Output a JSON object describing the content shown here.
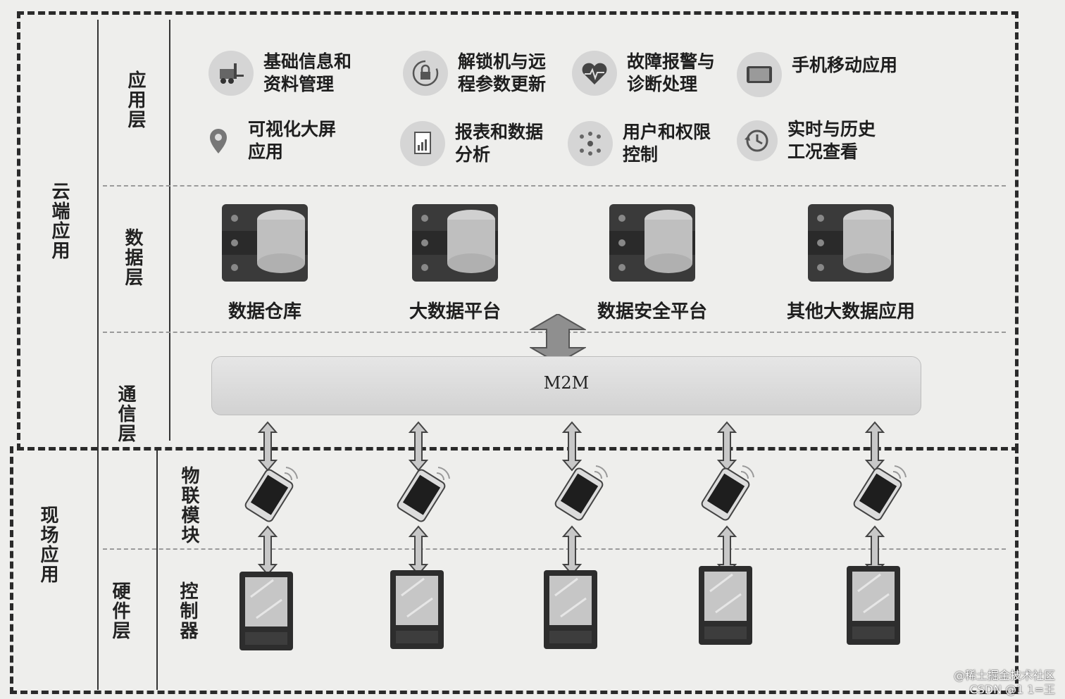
{
  "layers": {
    "cloud": "云端应用",
    "field": "现场应用",
    "application": "应用层",
    "data": "数据层",
    "comm": "通信层",
    "iot": "物联模块",
    "hardware": "硬件层",
    "controller": "控制器"
  },
  "apps": [
    {
      "label": "基础信息和\n资料管理",
      "icon": "forklift-icon"
    },
    {
      "label": "解锁机与远\n程参数更新",
      "icon": "lock-refresh-icon"
    },
    {
      "label": "故障报警与\n诊断处理",
      "icon": "heart-pulse-icon"
    },
    {
      "label": "手机移动应用",
      "icon": "tablet-icon"
    },
    {
      "label": "可视化大屏\n应用",
      "icon": "map-pin-icon"
    },
    {
      "label": "报表和数据\n分析",
      "icon": "report-icon"
    },
    {
      "label": "用户和权限\n控制",
      "icon": "users-network-icon"
    },
    {
      "label": "实时与历史\n工况查看",
      "icon": "history-clock-icon"
    }
  ],
  "data_platforms": [
    "数据仓库",
    "大数据平台",
    "数据安全平台",
    "其他大数据应用"
  ],
  "comm": {
    "label": "M2M"
  },
  "footer": {
    "line1": "@稀土掘金技术社区",
    "line2": "CSDN @1 1=王"
  },
  "colors": {
    "frame": "#2a2a2a",
    "server_dark": "#3a3a3a",
    "server_light": "#bfbfbf",
    "arrow": "#c4c4c4"
  }
}
